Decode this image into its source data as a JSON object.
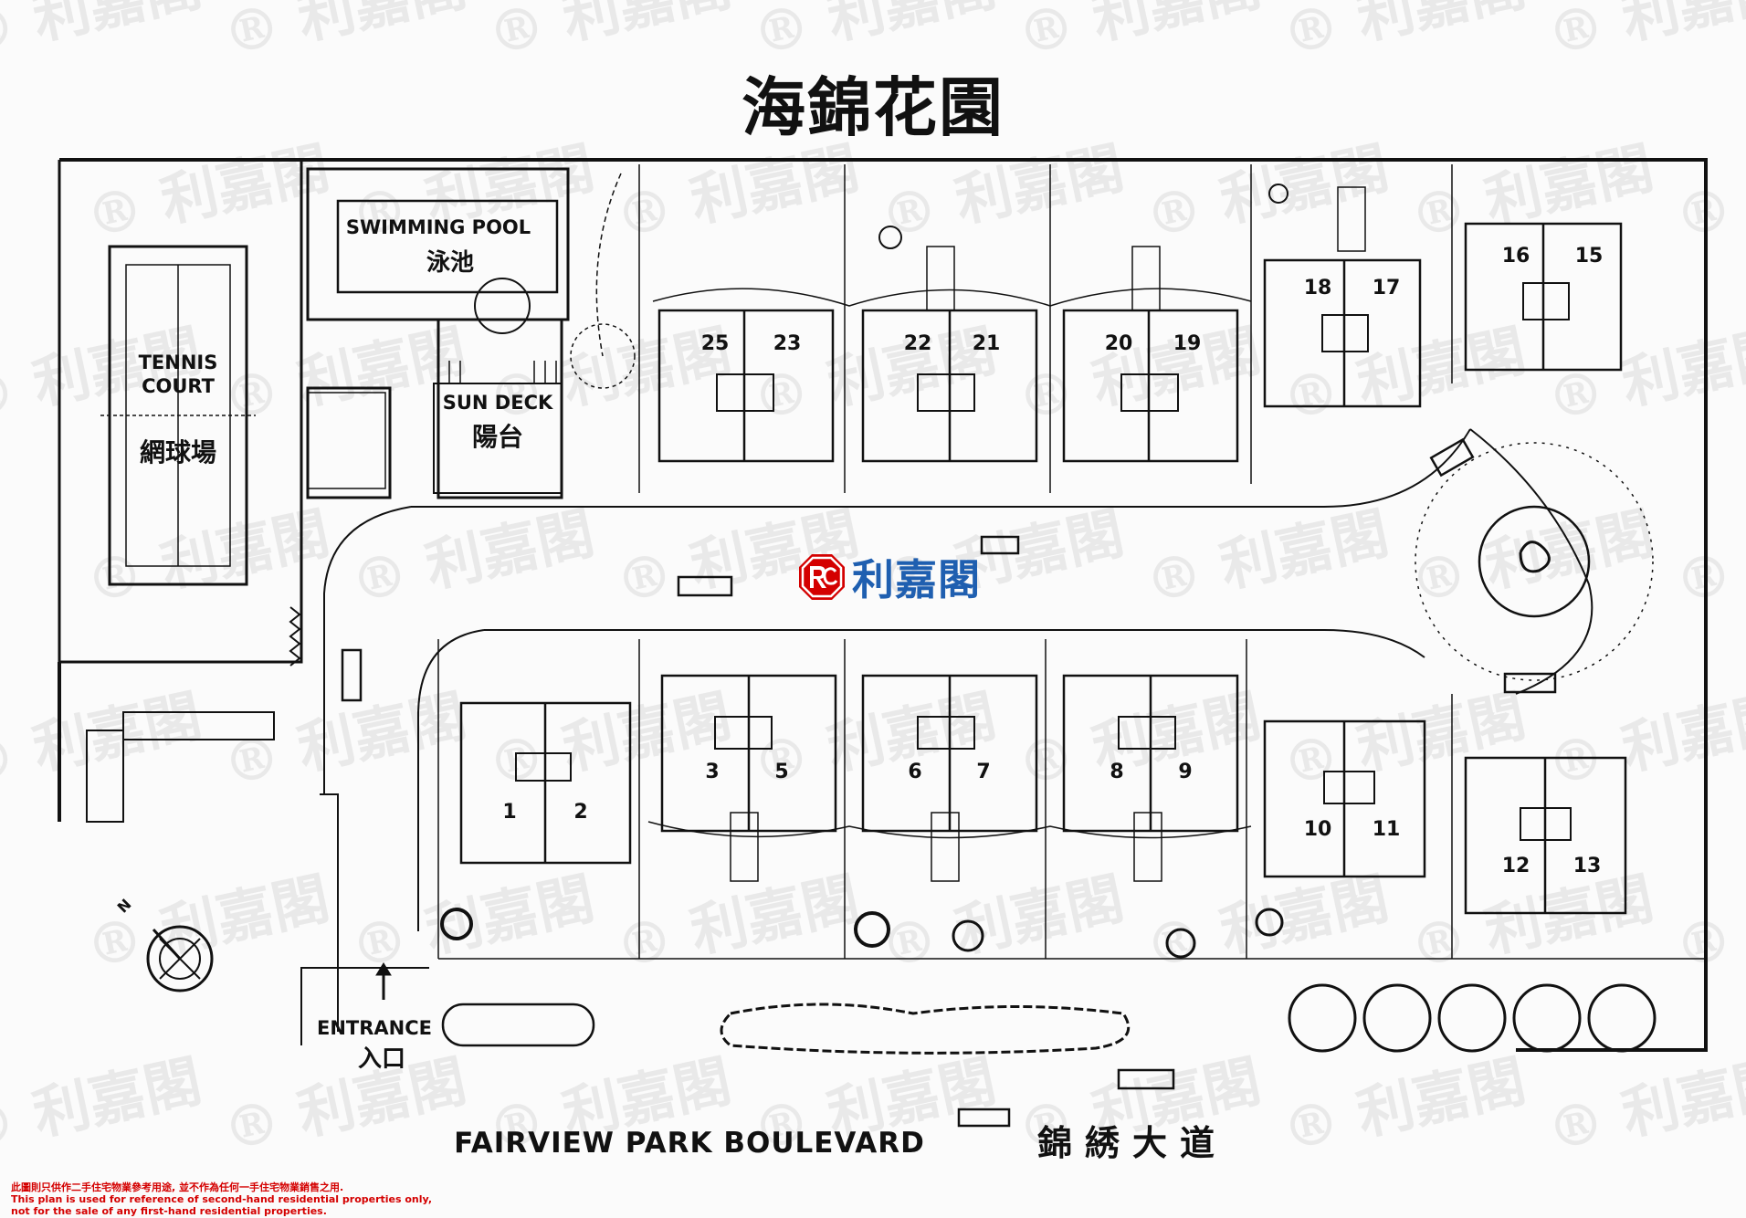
{
  "title": "海錦花園",
  "brand": {
    "name": "利嘉閣",
    "primary_color": "#1f5fb0",
    "accent_color": "#d40000"
  },
  "watermark_text": "利嘉閣",
  "facilities": {
    "swimming_pool_en": "SWIMMING POOL",
    "swimming_pool_zh": "泳池",
    "tennis_court_en_1": "TENNIS",
    "tennis_court_en_2": "COURT",
    "tennis_court_zh": "網球場",
    "sun_deck_en": "SUN DECK",
    "sun_deck_zh": "陽台"
  },
  "entrance": {
    "en": "ENTRANCE",
    "zh": "入口"
  },
  "road": {
    "en": "FAIRVIEW PARK BOULEVARD",
    "zh": "錦綉大道"
  },
  "compass_label": "N",
  "houses_north": [
    "25",
    "23",
    "22",
    "21",
    "20",
    "19",
    "18",
    "17",
    "16",
    "15"
  ],
  "houses_south": [
    "1",
    "2",
    "3",
    "5",
    "6",
    "7",
    "8",
    "9",
    "10",
    "11",
    "12",
    "13"
  ],
  "disclaimer": {
    "zh": "此圖則只供作二手住宅物業參考用途, 並不作為任何一手住宅物業銷售之用.",
    "en_1": "This plan is used for reference of second-hand residential properties only,",
    "en_2": "not for the sale of any first-hand residential properties."
  }
}
